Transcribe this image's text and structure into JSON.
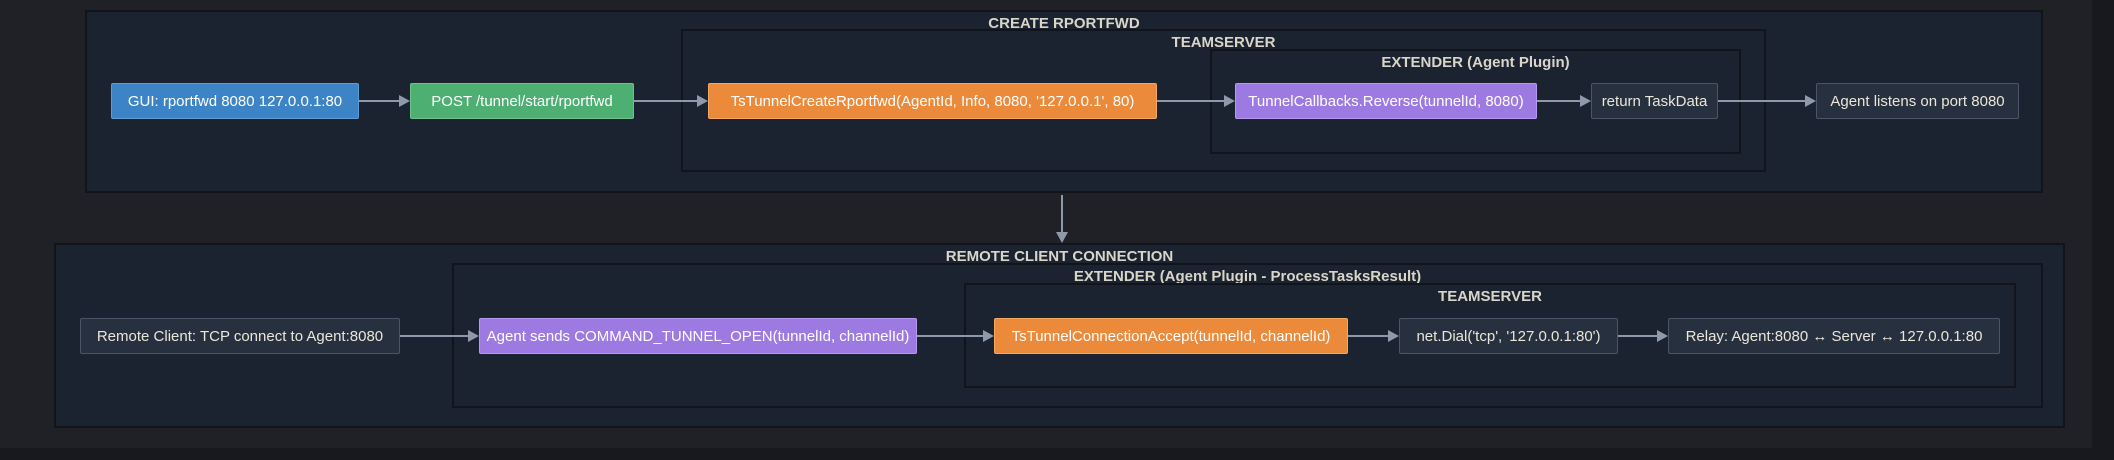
{
  "colors": {
    "canvas": "#1f2127",
    "group_fill": "#1b2330",
    "group_border": "#11141a",
    "edge": "#8e99ac",
    "title_text": "#d9d5c9",
    "dark_node_fill": "#27303e",
    "dark_node_border": "#4c5568",
    "dark_node_text": "#eae6da",
    "colored_node_text": "#ffffff",
    "blue": "#3d84c6",
    "blue_border": "#5d9cd4",
    "green": "#4daf72",
    "green_border": "#6fc28e",
    "orange": "#ec8a3b",
    "orange_border": "#f3a863",
    "purple": "#9d7ae2",
    "purple_border": "#b69af0"
  },
  "sections": {
    "create": {
      "title": "CREATE RPORTFWD",
      "teamserver": "TEAMSERVER",
      "extender": "EXTENDER (Agent Plugin)"
    },
    "remote": {
      "title": "REMOTE CLIENT CONNECTION",
      "extender": "EXTENDER (Agent Plugin - ProcessTasksResult)",
      "teamserver": "TEAMSERVER"
    }
  },
  "nodes": {
    "gui": "GUI: rportfwd 8080 127.0.0.1:80",
    "post": "POST /tunnel/start/rportfwd",
    "ts_create": "TsTunnelCreateRportfwd(AgentId, Info, 8080, '127.0.0.1', 80)",
    "reverse": "TunnelCallbacks.Reverse(tunnelId, 8080)",
    "return_taskdata": "return TaskData",
    "agent_listens": "Agent listens on port 8080",
    "remote_client": "Remote Client: TCP connect to Agent:8080",
    "tunnel_open": "Agent sends COMMAND_TUNNEL_OPEN(tunnelId, channelId)",
    "ts_accept": "TsTunnelConnectionAccept(tunnelId, channelId)",
    "net_dial": "net.Dial('tcp', '127.0.0.1:80')",
    "relay": "Relay: Agent:8080 ↔ Server ↔ 127.0.0.1:80"
  }
}
